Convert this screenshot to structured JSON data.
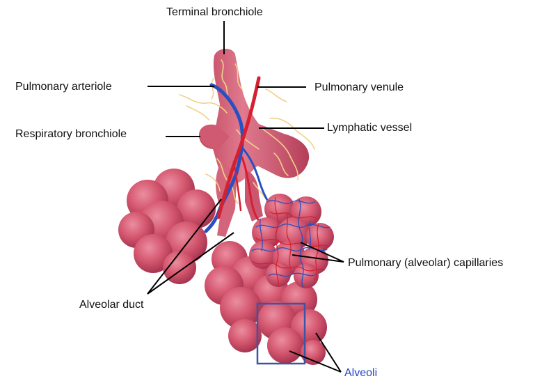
{
  "labels": {
    "terminal_bronchiole": "Terminal bronchiole",
    "pulmonary_arteriole": "Pulmonary arteriole",
    "pulmonary_venule": "Pulmonary venule",
    "respiratory_bronchiole": "Respiratory bronchiole",
    "lymphatic_vessel": "Lymphatic vessel",
    "pulmonary_capillaries": "Pulmonary (alveolar) capillaries",
    "alveolar_duct": "Alveolar duct",
    "alveoli": "Alveoli"
  },
  "colors": {
    "tissue": "#d4576f",
    "tissue_dark": "#a83450",
    "artery": "#2a4fc0",
    "vein": "#d42030",
    "lymph": "#f0d28a",
    "leader": "#000000",
    "alveoli_label": "#2244cc",
    "highlight_box": "#3a55a5"
  }
}
